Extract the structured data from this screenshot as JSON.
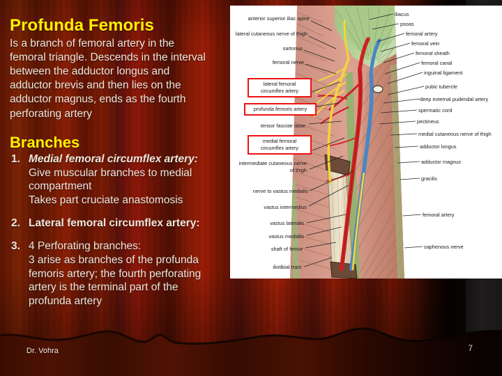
{
  "slide": {
    "title": "Profunda Femoris",
    "intro_lines": [
      "Is a branch of femoral artery in the",
      "femoral triangle. Descends in the interval",
      "between the adductor longus and",
      "adductor brevis and then lies on the",
      "adductor magnus, ends as the fourth",
      "perforating artery"
    ],
    "branches_heading": "Branches",
    "branches": [
      {
        "num": "1.",
        "head": "Medial femoral circumflex artery:",
        "head_style": "italic",
        "sub_lines": [
          "Give muscular branches to medial",
          "compartment",
          "Takes part cruciate anastomosis"
        ]
      },
      {
        "num": "2.",
        "head": "Lateral femoral circumflex artery:",
        "head_style": "bold",
        "sub_lines": []
      },
      {
        "num": "3.",
        "head": "4 Perforating branches:",
        "head_style": "normal",
        "sub_lines": [
          "3 arise as branches of the profunda",
          "femoris artery; the fourth perforating",
          "artery is the terminal part of the",
          "profunda artery"
        ]
      }
    ],
    "author": "Dr. Vohra",
    "slide_number": "7",
    "colors": {
      "title_yellow": "#FFF200",
      "body_text": "#efe7dd",
      "highlight_box_red": "#ee1111",
      "background_maroon": "#7d2405"
    }
  },
  "figure": {
    "left_labels": [
      {
        "text": "anterior superior iliac spine"
      },
      {
        "text": "lateral cutaneous nerve of thigh"
      },
      {
        "text": "sartorius"
      },
      {
        "text": "femoral nerve"
      },
      {
        "text": "tensor fasciae latae"
      },
      {
        "text": "intermediate cutaneous nerve"
      },
      {
        "text": "of thigh"
      },
      {
        "text": "nerve to vastus medialis"
      },
      {
        "text": "vastus intermedius"
      },
      {
        "text": "vastus lateralis"
      },
      {
        "text": "vastus medialis"
      },
      {
        "text": "shaft of femur"
      },
      {
        "text": "iliotibial tract"
      }
    ],
    "boxed_labels": [
      {
        "line1": "lateral femoral",
        "line2": "circumflex artery"
      },
      {
        "line1": "profunda femoris artery",
        "line2": ""
      },
      {
        "line1": "medial femoral",
        "line2": "circumflex artery"
      }
    ],
    "right_labels": [
      {
        "text": "iliacus"
      },
      {
        "text": "psoas"
      },
      {
        "text": "femoral artery"
      },
      {
        "text": "femoral vein"
      },
      {
        "text": "femoral sheath"
      },
      {
        "text": "femoral canal"
      },
      {
        "text": "inguinal ligament"
      },
      {
        "text": "pubic tubercle"
      },
      {
        "text": "deep external pudendal artery"
      },
      {
        "text": "spermatic cord"
      },
      {
        "text": "pectineus"
      },
      {
        "text": "medial cutaneous nerve of thigh"
      },
      {
        "text": "adductor longus"
      },
      {
        "text": "adductor magnus"
      },
      {
        "text": "gracilis"
      },
      {
        "text": "femoral artery"
      },
      {
        "text": "saphenous nerve"
      }
    ]
  }
}
